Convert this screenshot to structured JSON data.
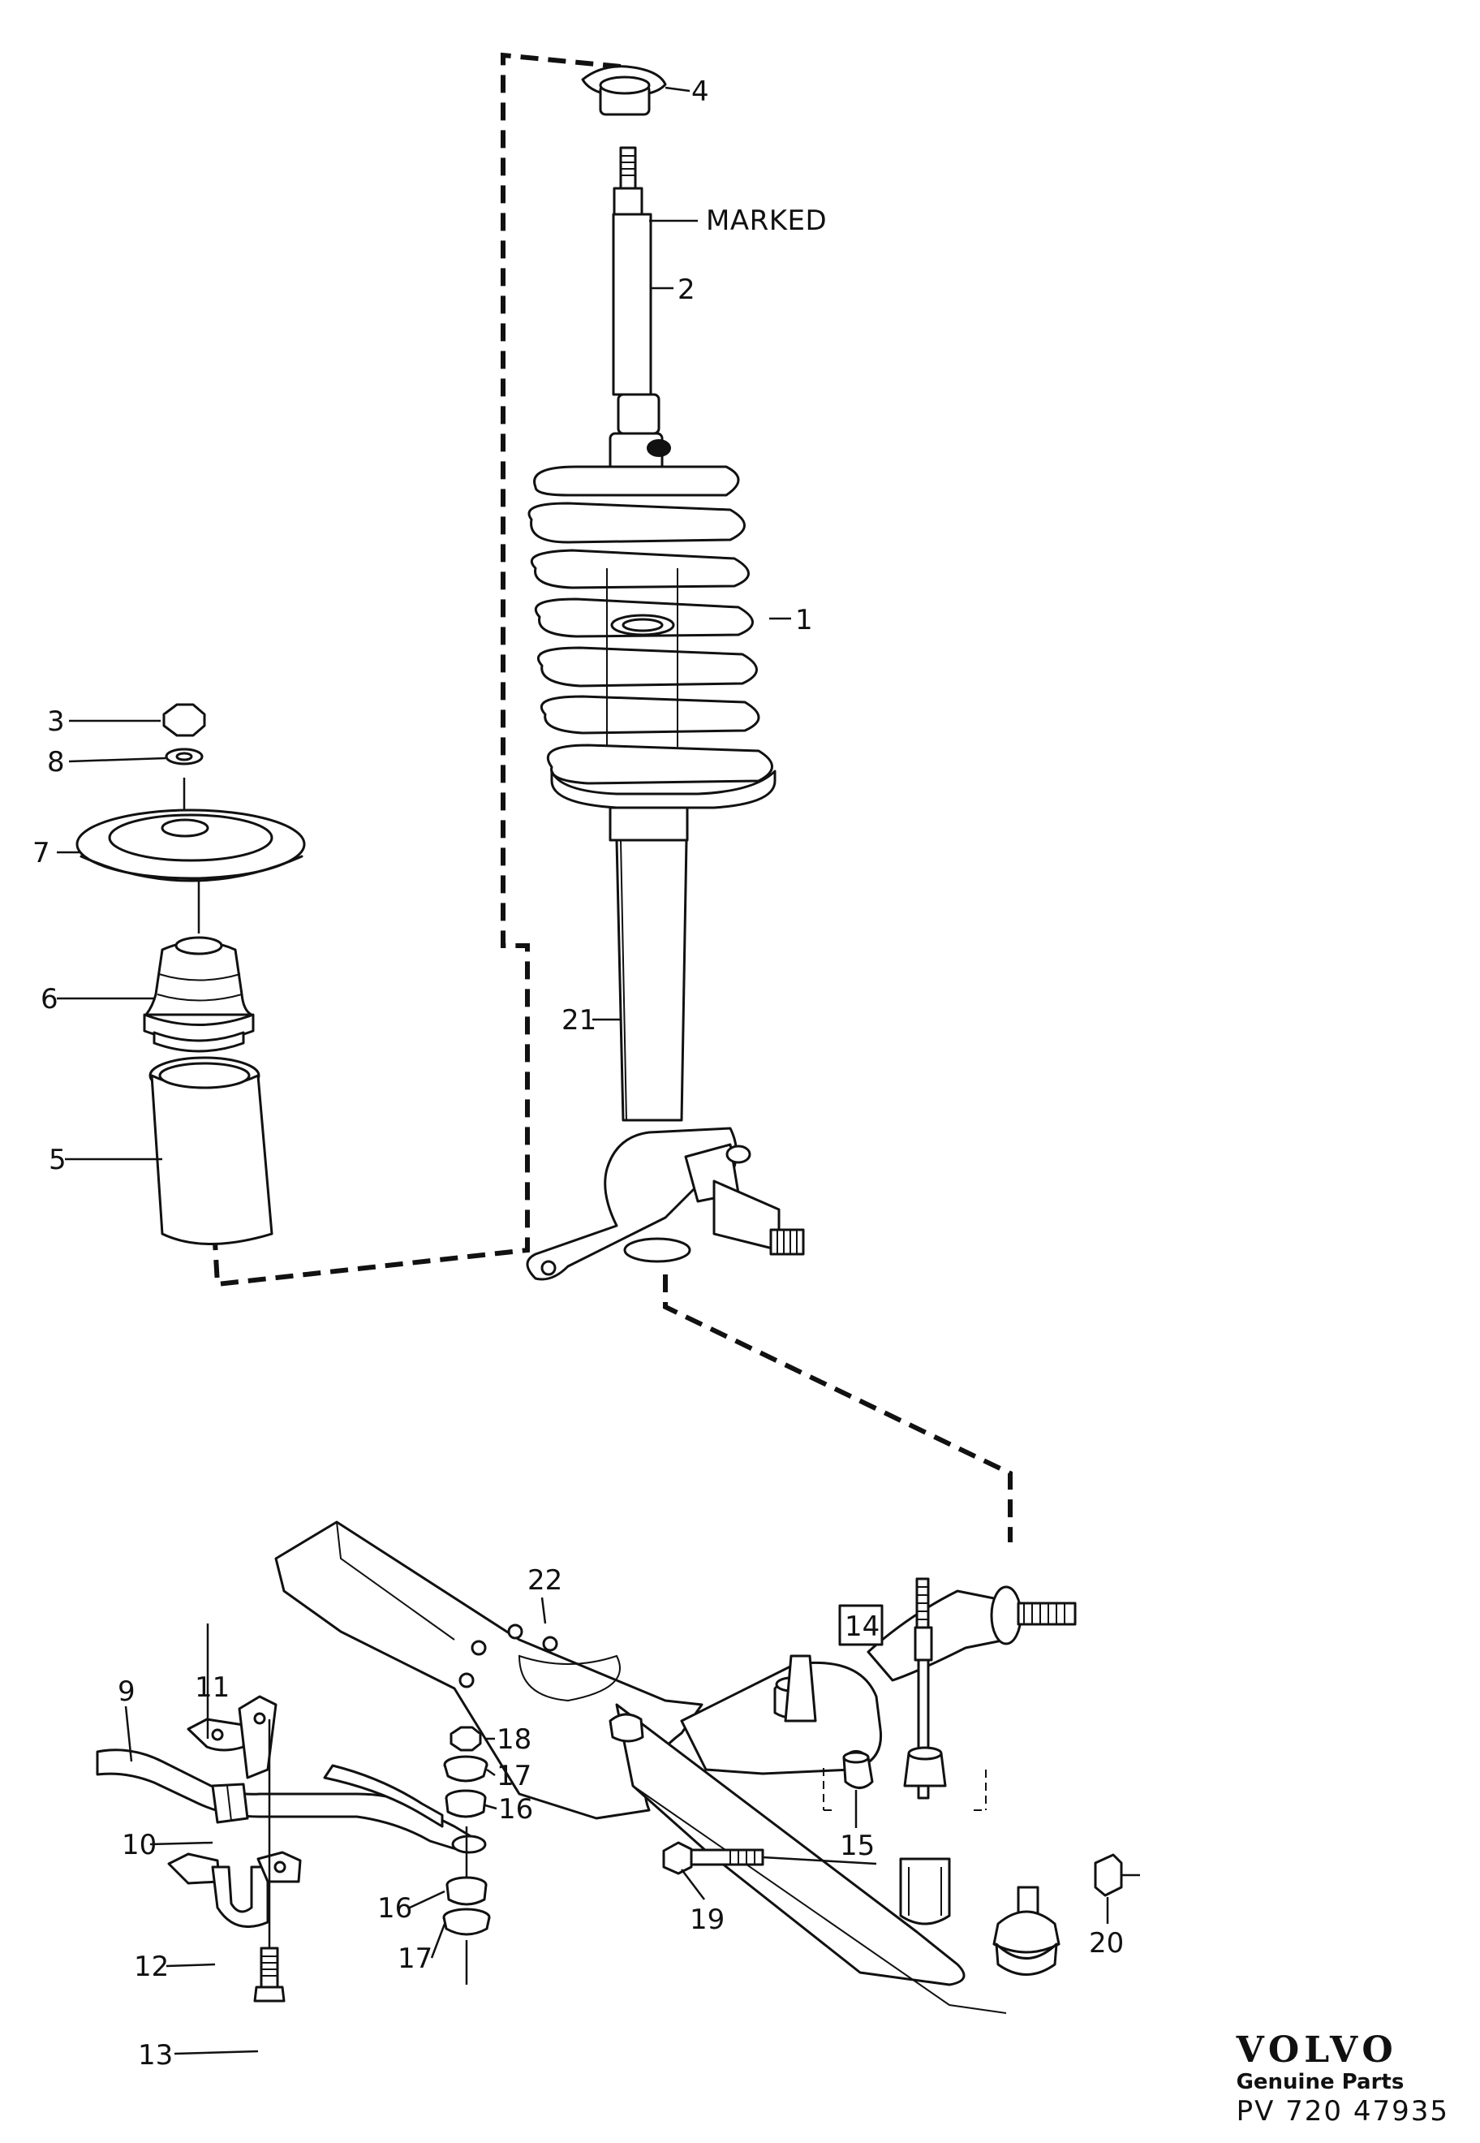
{
  "diagram": {
    "marked_label": "MARKED",
    "callouts": {
      "c1": "1",
      "c2": "2",
      "c3": "3",
      "c4": "4",
      "c5": "5",
      "c6": "6",
      "c7": "7",
      "c8": "8",
      "c9": "9",
      "c10": "10",
      "c11": "11",
      "c12": "12",
      "c13": "13",
      "c14": "14",
      "c15": "15",
      "c16a": "16",
      "c16b": "16",
      "c17a": "17",
      "c17b": "17",
      "c18": "18",
      "c19": "19",
      "c20": "20",
      "c21": "21",
      "c22": "22"
    }
  },
  "brand": {
    "logo": "VOLVO",
    "subtitle": "Genuine Parts",
    "code": "PV 720 47935"
  }
}
